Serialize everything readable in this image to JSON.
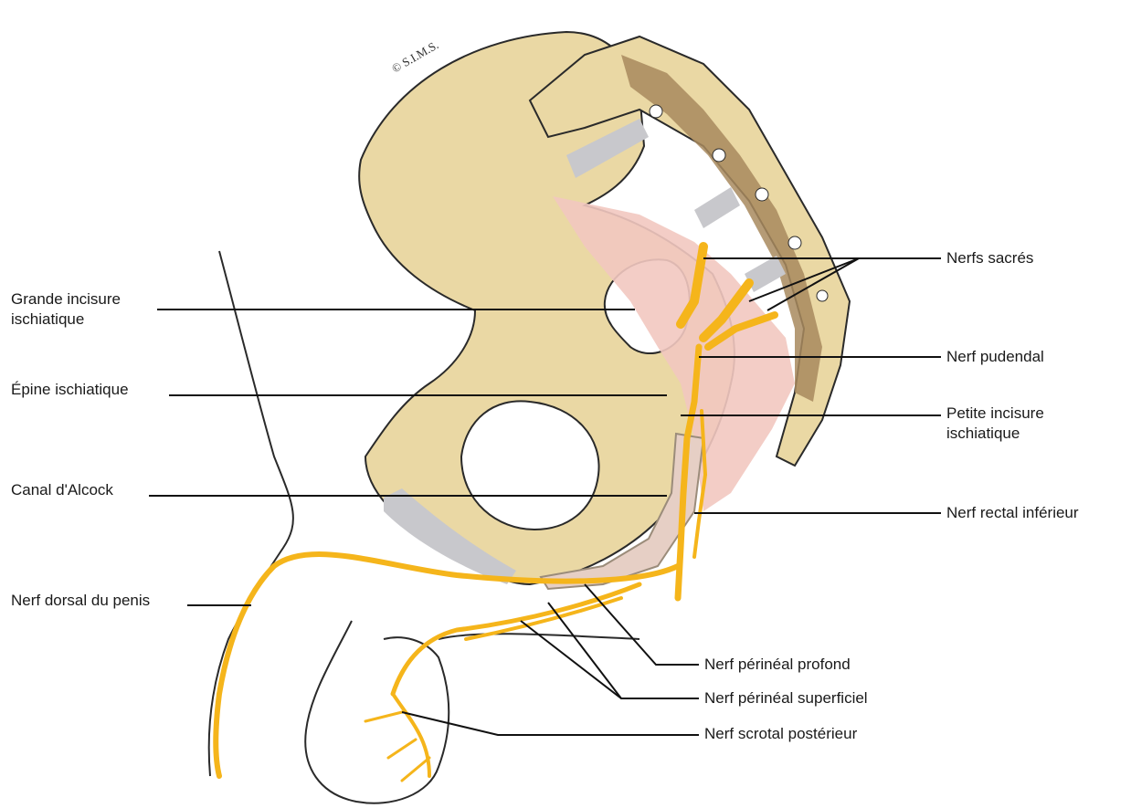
{
  "copyright": "© S.I.M.S.",
  "labels": {
    "grande_incisure_1": "Grande incisure",
    "grande_incisure_2": "ischiatique",
    "epine": "Épine ischiatique",
    "canal": "Canal d'Alcock",
    "nerf_dorsal": "Nerf dorsal du penis",
    "nerfs_sacres": "Nerfs sacrés",
    "nerf_pudendal": "Nerf pudendal",
    "petite_incisure_1": "Petite incisure",
    "petite_incisure_2": "ischiatique",
    "nerf_rectal": "Nerf rectal inférieur",
    "nerf_perineal_profond": "Nerf périnéal profond",
    "nerf_perineal_superficiel": "Nerf périnéal superficiel",
    "nerf_scrotal": "Nerf scrotal postérieur"
  },
  "colors": {
    "bone": "#ead8a4",
    "bone_dark": "#a88a5e",
    "cartilage": "#c8c8cc",
    "ligament": "#f2c8c0",
    "nerve": "#f5b51b",
    "skin_outline": "#2a2a2a"
  }
}
